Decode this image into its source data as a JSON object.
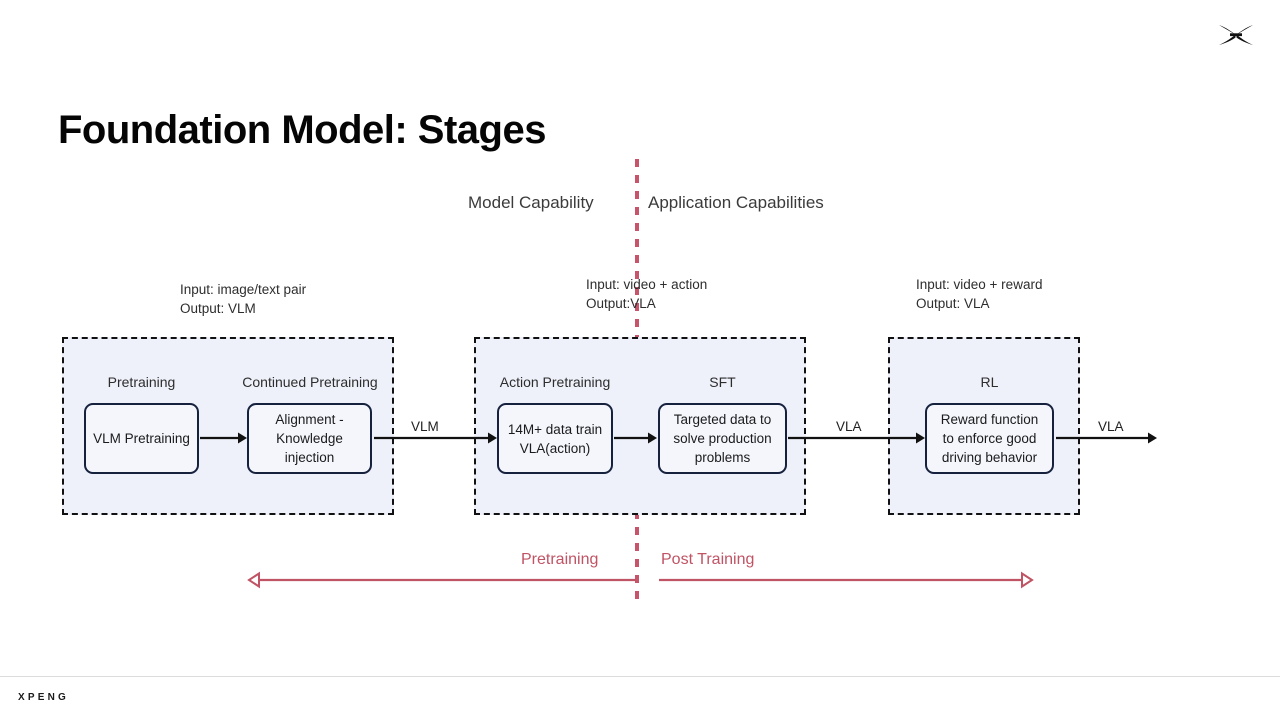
{
  "brand": {
    "logo_icon": "xpeng-bowtie-icon",
    "wordmark": "XPENG"
  },
  "header": {
    "title": "Foundation Model: Stages"
  },
  "capabilities": {
    "left": "Model Capability",
    "right": "Application Capabilities"
  },
  "divider": {
    "color": "#c8546c",
    "style": "dotted-vertical"
  },
  "io_captions": [
    {
      "input": "Input: image/text pair",
      "output": "Output: VLM"
    },
    {
      "input": "Input: video + action",
      "output": "Output:VLA"
    },
    {
      "input": "Input: video + reward",
      "output": "Output: VLA"
    }
  ],
  "groups": [
    {
      "id": "group-pretraining",
      "stages": [
        {
          "title": "Pretraining",
          "node": "VLM Pretraining"
        },
        {
          "title": "Continued Pretraining",
          "node": "Alignment - Knowledge injection"
        }
      ]
    },
    {
      "id": "group-action",
      "stages": [
        {
          "title": "Action Pretraining",
          "node": "14M+ data train VLA(action)"
        },
        {
          "title": "SFT",
          "node": "Targeted data to solve production problems"
        }
      ]
    },
    {
      "id": "group-rl",
      "stages": [
        {
          "title": "RL",
          "node": "Reward function to enforce good driving behavior"
        }
      ]
    }
  ],
  "arrow_labels": {
    "vlm": "VLM",
    "vla_mid": "VLA",
    "vla_out": "VLA"
  },
  "phases": {
    "pretraining": "Pretraining",
    "post_training": "Post Training",
    "color": "#c05364"
  },
  "theme": {
    "group_fill": "#eef1fa",
    "node_border": "#16213e",
    "accent_red": "#c8546c",
    "text": "#2d2d2d"
  }
}
